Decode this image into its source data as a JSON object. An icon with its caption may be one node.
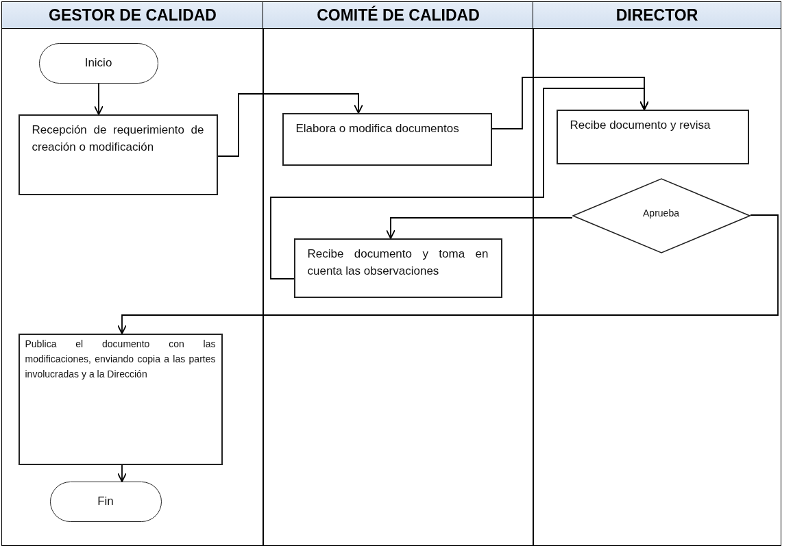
{
  "diagram": {
    "nodes": [
      {
        "text": [
          "GESTOR DE CALIDAD"
        ]
      },
      {
        "text": [
          "COMITÉ DE CALIDAD"
        ]
      },
      {
        "text": [
          "DIRECTOR"
        ]
      },
      {
        "text": [
          "Inicio"
        ],
        "in": 0
      },
      {
        "text": [
          "Recepción de requerimiento de creación o modificación"
        ],
        "in": 0
      },
      {
        "text": [
          "Elabora o modifica documentos"
        ],
        "in": 1
      },
      {
        "text": [
          "Recibe documento y revisa"
        ],
        "in": 2
      },
      {
        "text": [
          "Aprueba"
        ],
        "in": 2
      },
      {
        "text": [
          "Recibe documento y toma en cuenta las observaciones"
        ],
        "in": 1
      },
      {
        "text": [
          "Publica el documento con las modificaciones, enviando copia a las partes involucradas y a la Dirección"
        ],
        "in": 0
      },
      {
        "text": [
          "Fin"
        ],
        "in": 0
      }
    ],
    "edges": [
      {
        "from": 3,
        "to": 4,
        "arrow": "to"
      },
      {
        "from": 4,
        "to": 5,
        "arrow": "to"
      },
      {
        "from": 5,
        "to": 6,
        "arrow": "to"
      },
      {
        "from": 8,
        "to": 6,
        "arrow": "to"
      },
      {
        "from": 7,
        "to": 8,
        "arrow": "to"
      },
      {
        "from": 7,
        "to": 9,
        "arrow": "to"
      },
      {
        "from": 9,
        "to": 10,
        "arrow": "to"
      }
    ]
  }
}
